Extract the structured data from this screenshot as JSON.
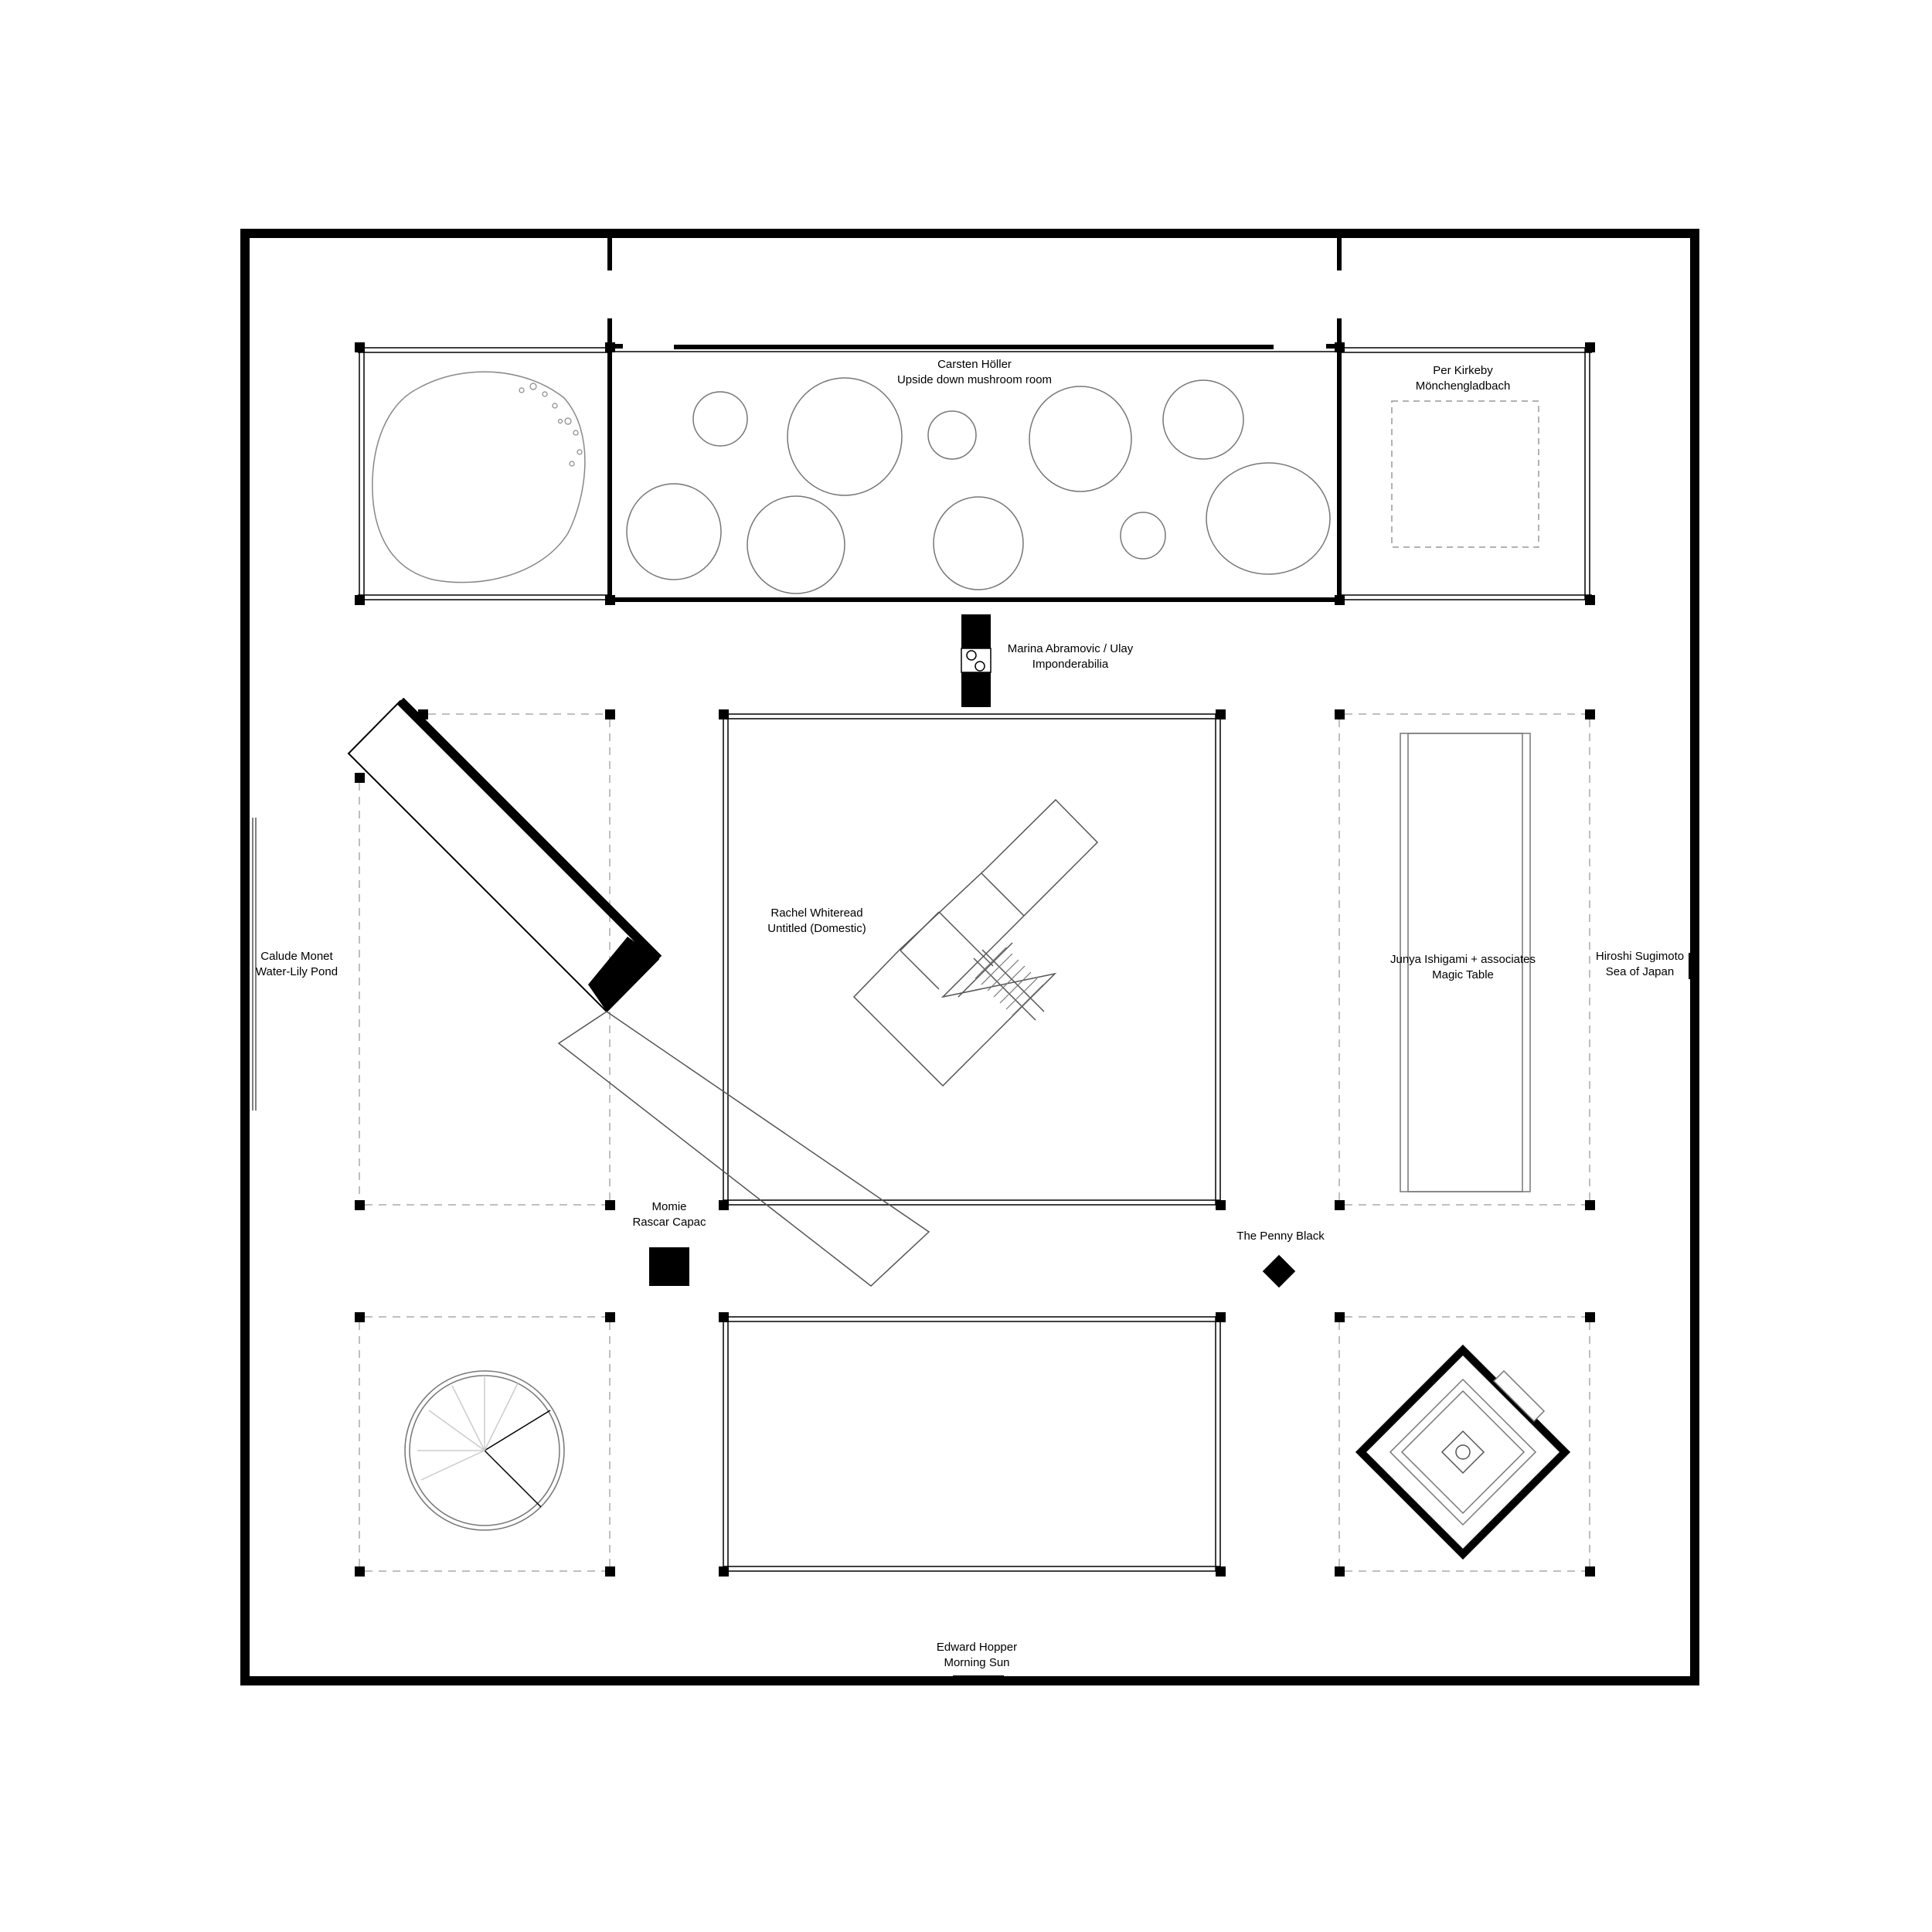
{
  "labels": {
    "holler": {
      "artist": "Carsten Höller",
      "work": "Upside down mushroom room"
    },
    "kirkeby": {
      "artist": "Per Kirkeby",
      "work": "Mönchengladbach"
    },
    "abramovic": {
      "artist": "Marina Abramovic / Ulay",
      "work": "Imponderabilia"
    },
    "whiteread": {
      "artist": "Rachel Whiteread",
      "work": "Untitled (Domestic)"
    },
    "monet": {
      "artist": "Calude Monet",
      "work": "Water-Lily Pond"
    },
    "ishigami": {
      "artist": "Junya Ishigami + associates",
      "work": "Magic Table"
    },
    "sugimoto": {
      "artist": "Hiroshi Sugimoto",
      "work": "Sea of Japan"
    },
    "momie": {
      "artist": "Momie",
      "work": "Rascar Capac"
    },
    "penny": {
      "artist": "The Penny Black"
    },
    "hopper": {
      "artist": "Edward Hopper",
      "work": "Morning Sun"
    }
  }
}
